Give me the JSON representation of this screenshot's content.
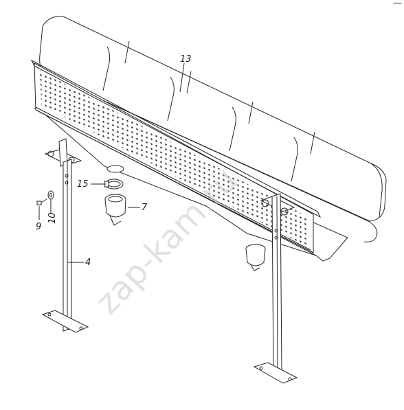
{
  "diagram": {
    "callouts": {
      "tank": "13",
      "clamp": "15",
      "pipe": "7",
      "bolt": "9",
      "washer": "10",
      "bracket": "4"
    },
    "watermark": "zap-kam.ru",
    "corner_mark": "—"
  }
}
